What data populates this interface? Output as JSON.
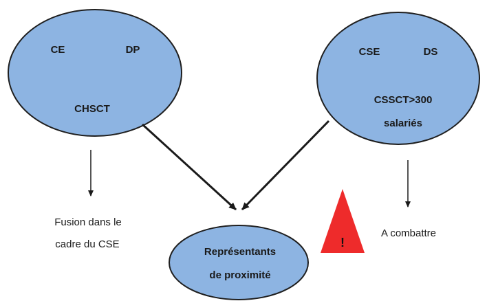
{
  "colors": {
    "ellipse_fill": "#8db4e2",
    "ellipse_stroke": "#1f1f1f",
    "arrow": "#1a1a1a",
    "warning_fill": "#ee2b2b",
    "warning_mark": "#111111"
  },
  "left_group": {
    "item_ce": "CE",
    "item_dp": "DP",
    "item_chsct": "CHSCT",
    "note_line1": "Fusion dans le",
    "note_line2": "cadre du CSE"
  },
  "right_group": {
    "item_cse": "CSE",
    "item_ds": "DS",
    "item_cssct_line1": "CSSCT>300",
    "item_cssct_line2": "salariés",
    "note": "A combattre"
  },
  "center_group": {
    "line1": "Représentants",
    "line2": "de proximité"
  },
  "warning": {
    "icon": "warning-triangle-icon",
    "mark": "!"
  }
}
